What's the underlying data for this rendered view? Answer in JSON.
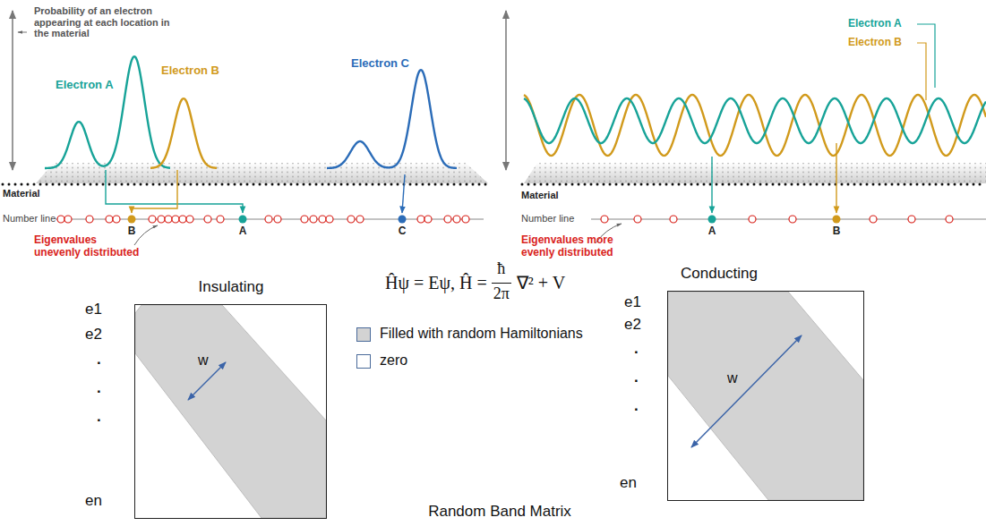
{
  "diagram": {
    "caption": "Random Band Matrix",
    "nodes": [
      {
        "text": [
          "Insulating",
          "w"
        ]
      },
      {
        "text": [
          "Conducting",
          "w"
        ]
      }
    ],
    "labels": [
      "Probability of an electron appearing at each location in the material",
      "Electron A",
      "Electron B",
      "Electron C",
      "Material",
      "Number line",
      "B",
      "A",
      "C",
      "Eigenvalues unevenly distributed",
      "Electron A",
      "Electron B",
      "Material",
      "Number line",
      "A",
      "B",
      "Eigenvalues more evenly distributed",
      "Ĥψ = Eψ, Ĥ =",
      "ħ",
      "2π",
      "∇² + V",
      "e1",
      "e2",
      ".",
      ".",
      ".",
      "en",
      "e1",
      "e2",
      ".",
      ".",
      ".",
      "en"
    ],
    "legend": [
      {
        "text": "Filled with random Hamiltonians",
        "color": "#d3d3d3"
      },
      {
        "text": "zero",
        "color": "#ffffff"
      }
    ]
  }
}
